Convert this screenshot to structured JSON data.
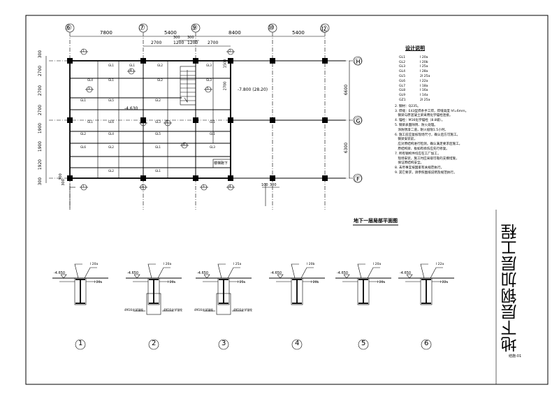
{
  "plan": {
    "title": "地下一层局部平面图",
    "axis_top": [
      "⑥",
      "⑦",
      "⑨",
      "⑩",
      "⑫"
    ],
    "axis_right": [
      "Ⓗ",
      "Ⓖ",
      "Ⓕ"
    ],
    "dims_top": [
      "7800",
      "5400",
      "8400",
      "5400"
    ],
    "dims_top_sub": [
      "2700",
      "1200",
      "1200",
      "2700"
    ],
    "dims_top_tiny": [
      "300",
      "300"
    ],
    "dims_left": [
      "300",
      "2700",
      "2700",
      "2700",
      "1900",
      "1900",
      "1920",
      "300"
    ],
    "dims_right": [
      "6600",
      "6300"
    ],
    "dims_bottom_left": "300",
    "dims_bottom_mid": [
      "100",
      "300"
    ],
    "dim_right_stair": [
      "1500",
      "2700"
    ],
    "dim_left_mark": "300",
    "elevation_main": "-4.630",
    "elevation_right": "-7.800 (28.20)",
    "stair_note": "楼梯跑下",
    "beam_labels": [
      "GL1",
      "GL1",
      "GL2",
      "GL3",
      "GL4",
      "GL1",
      "GL2",
      "GL3",
      "GL1",
      "GL5",
      "GL2",
      "GL1",
      "GL6",
      "GL3",
      "GL1",
      "GL2",
      "GL4",
      "GL5",
      "GL1",
      "GL6",
      "GL2",
      "GL1",
      "GL3",
      "GL2",
      "GL1"
    ],
    "section_markers": [
      "1",
      "2",
      "3",
      "4",
      "5",
      "6",
      "1",
      "2",
      "3",
      "4",
      "5",
      "6"
    ]
  },
  "notes": {
    "title": "设计说明",
    "table": [
      [
        "GL1",
        "I 20a"
      ],
      [
        "GL2",
        "I 20b"
      ],
      [
        "GL3",
        "I 25a"
      ],
      [
        "GL4",
        "I 28a"
      ],
      [
        "GL5",
        "2I 25a"
      ],
      [
        "GL6",
        "I 22a"
      ],
      [
        "GL7",
        "I 18a"
      ],
      [
        "GL8",
        "I 16a"
      ],
      [
        "GL9",
        "I 14a"
      ],
      [
        "GZ1",
        "2I 25a"
      ]
    ],
    "items": [
      "2. 钢材：Q235。",
      "3. 焊缝：E43型焊条手工焊，焊缝高度 hf=6mm。",
      "   钢梁与原混凝土梁采用化学锚栓连接。",
      "4. 锚栓：M16化学锚栓（8.8级）。",
      "5. 钢梁表面除锈、防火处理。",
      "   涂防锈漆二道，耐火极限1.5小时。",
      "6. 施工前应复核现场尺寸，确认后方可施工。",
      "   钢梁安装前，",
      "   应对原结构进行检测，确认满足要求后施工。",
      "   原结构梁、板如有损伤应先行修复。",
      "7. 所有钢构件均应在工厂加工，",
      "   现场安装，施工时应采取可靠的支撑措施，",
      "   保证原结构安全。",
      "8. 未尽事宜按国家有关规范执行。",
      "9. 其它要求，请参照图纸说明及规范执行。"
    ]
  },
  "details": {
    "elevation": "-4.650",
    "labels": [
      "1",
      "2",
      "3",
      "4",
      "5",
      "6"
    ],
    "beam_tags": [
      "I 20a",
      "I 20a",
      "I 25a",
      "I 20b",
      "I 20a",
      "I 22a"
    ],
    "anchor_note": "4M16化学锚栓"
  },
  "sheet": {
    "project_title": "地下层钢加层工程",
    "drawing_no": "结施-01"
  }
}
